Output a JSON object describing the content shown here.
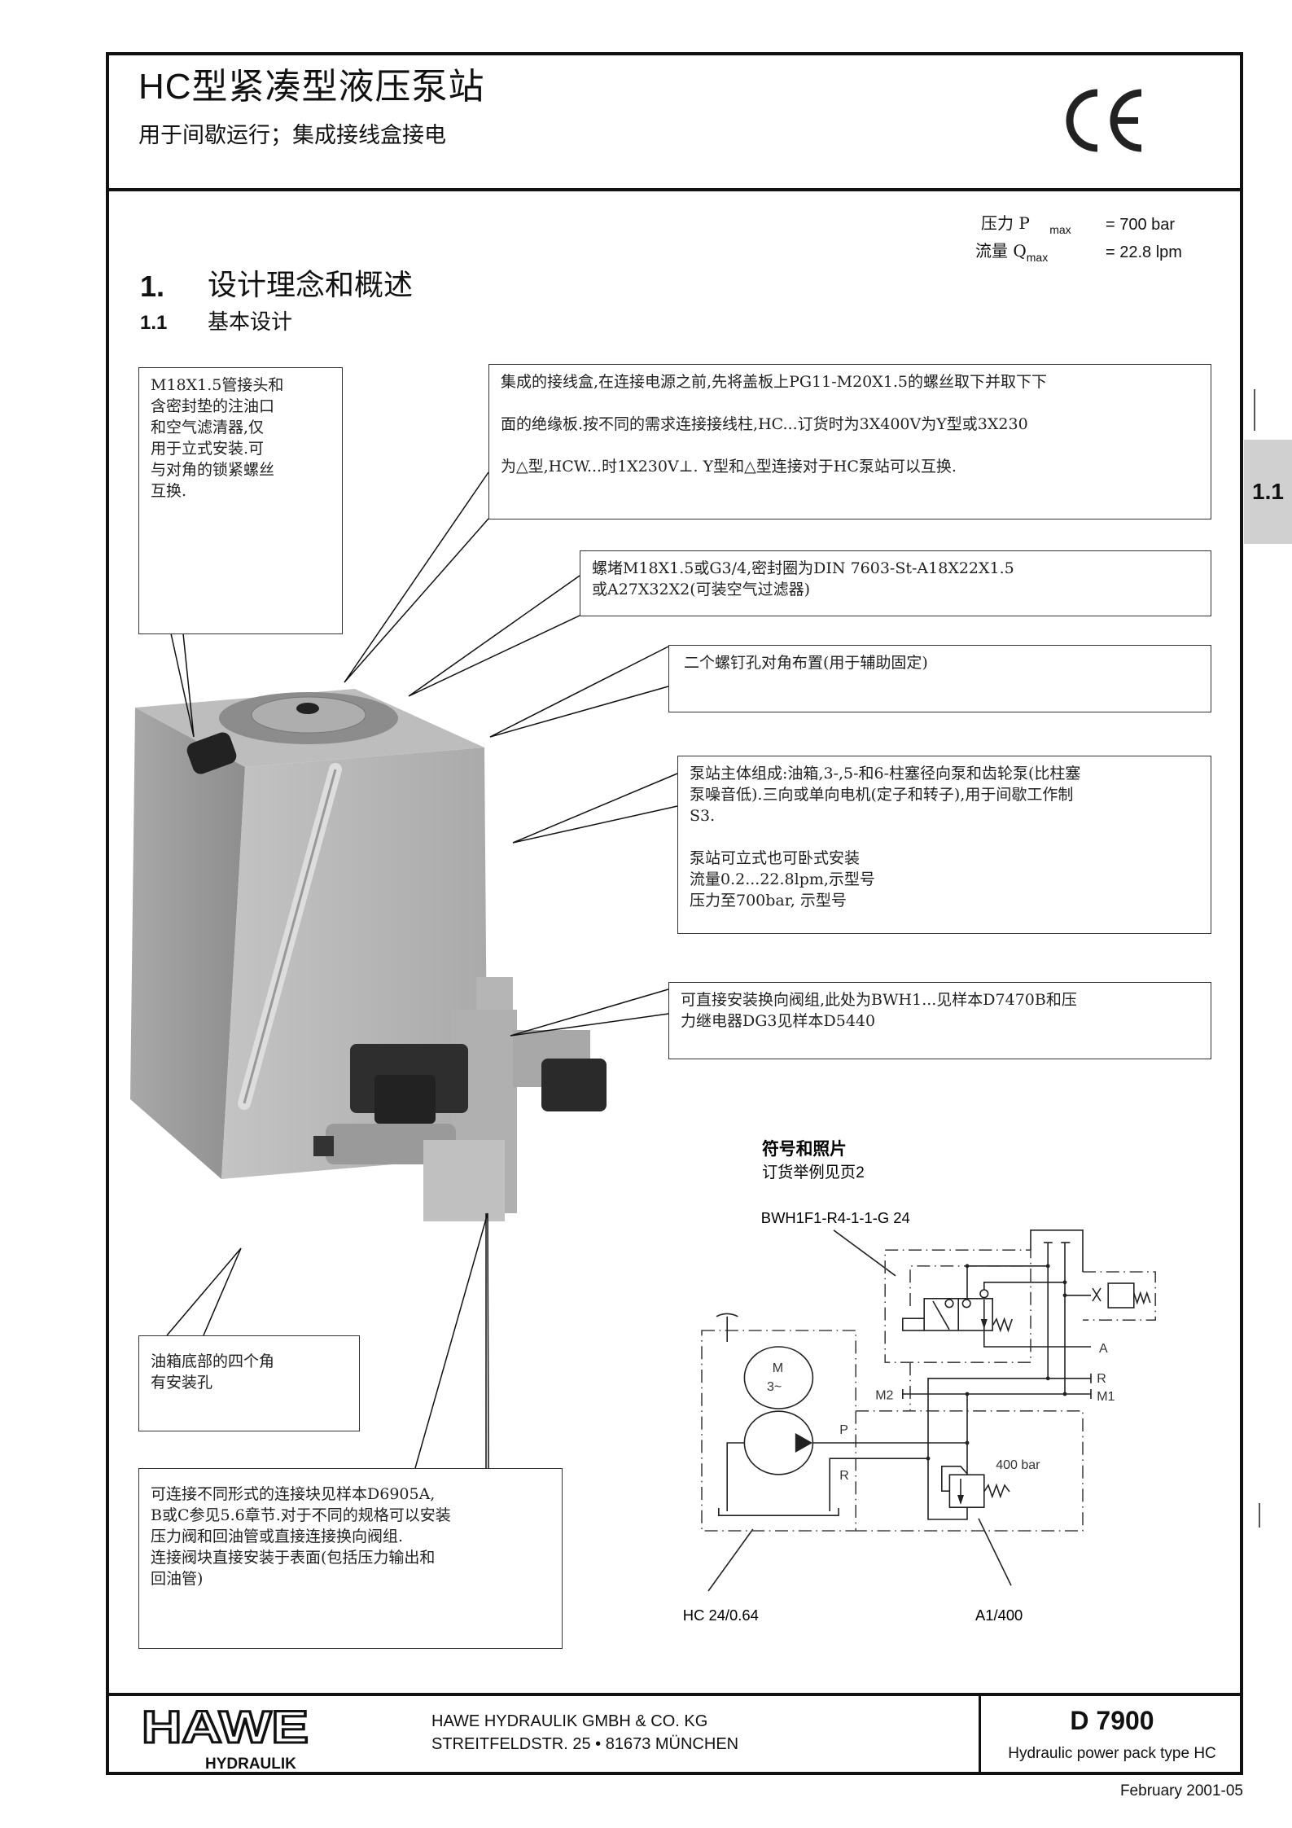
{
  "header": {
    "title": "HC型紧凑型液压泵站",
    "subtitle": "用于间歇运行；集成接线盒接电",
    "ce_mark": "CE"
  },
  "specs": [
    {
      "label": "压力 P",
      "sub": "max",
      "value": "= 700 bar"
    },
    {
      "label": "流量 Q",
      "sub": "max",
      "value": "= 22.8 lpm"
    }
  ],
  "section": {
    "num": "1.",
    "title": "设计理念和概述",
    "sub_num": "1.1",
    "sub_title": "基本设计"
  },
  "side_tab": "1.1",
  "callouts": {
    "filler": "M18X1.5管接头和\n含密封垫的注油口\n和空气滤清器,仅\n用于立式安装.可\n与对角的锁紧螺丝\n互换.",
    "terminal_box": "集成的接线盒,在连接电源之前,先将盖板上PG11-M20X1.5的螺丝取下并取下下\n\n面的绝缘板.按不同的需求连接接线柱,HC...订货时为3X400V为Y型或3X230\n\n为△型,HCW...时1X230V⊥. Y型和△型连接对于HC泵站可以互换.",
    "plug": "螺堵M18X1.5或G3/4,密封圈为DIN 7603-St-A18X22X1.5\n或A27X32X2(可装空气过滤器)",
    "screw_holes": "二个螺钉孔对角布置(用于辅助固定)",
    "main_body": "泵站主体组成:油箱,3-,5-和6-柱塞径向泵和齿轮泵(比柱塞\n泵噪音低).三向或单向电机(定子和转子),用于间歇工作制\nS3.\n\n泵站可立式也可卧式安装\n流量0.2...22.8lpm,示型号\n压力至700bar, 示型号",
    "valve_bank": "可直接安装换向阀组,此处为BWH1...见样本D7470B和压\n力继电器DG3见样本D5440",
    "mount_holes": "油箱底部的四个角\n有安装孔",
    "connection_block": "可连接不同形式的连接块见样本D6905A,\nB或C参见5.6章节.对于不同的规格可以安装\n压力阀和回油管或直接连接换向阀组.\n连接阀块直接安装于表面(包括压力输出和\n回油管)"
  },
  "schematic": {
    "heading": "符号和照片",
    "subheading": "订货举例见页2",
    "valve_label": "BWH1F1-R4-1-1-G 24",
    "pump_label": "HC 24/0.64",
    "block_label": "A1/400",
    "motor_m": "M",
    "motor_phase": "3~",
    "relief_setting": "400  bar",
    "ports": {
      "A": "A",
      "R": "R",
      "M1": "M1",
      "M2": "M2",
      "P": "P",
      "R2": "R"
    }
  },
  "footer": {
    "logo": "HAWE",
    "logo_sub": "HYDRAULIK",
    "company": "HAWE HYDRAULIK GMBH & CO. KG",
    "address": "STREITFELDSTR. 25 • 81673 MÜNCHEN",
    "doc_number": "D 7900",
    "doc_title": "Hydraulic power pack type HC",
    "date": "February 2001-05"
  }
}
